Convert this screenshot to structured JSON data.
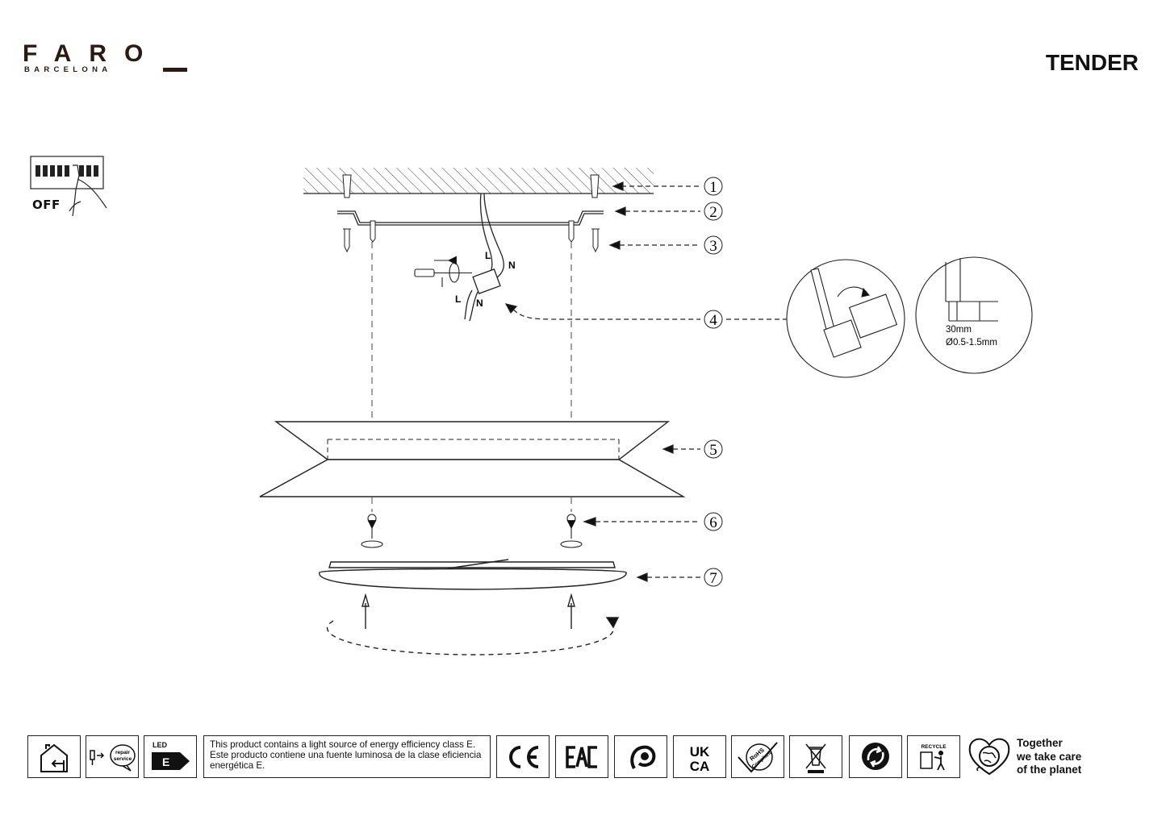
{
  "header": {
    "brand_name": "FARO",
    "brand_sub": "BARCELONA",
    "product": "TENDER"
  },
  "switch": {
    "label": "OFF"
  },
  "callouts": [
    "1",
    "2",
    "3",
    "4",
    "5",
    "6",
    "7"
  ],
  "wiring": {
    "live": "L",
    "neutral": "N"
  },
  "cable_spec": {
    "strip_length": "30mm",
    "diameter": "Ø0.5-1.5mm"
  },
  "footer": {
    "repair_label_1": "repair",
    "repair_label_2": "service",
    "led_label": "LED",
    "energy_class": "E",
    "energy_text": [
      "This product contains a light source of energy efficiency class E.",
      "Este producto contiene una fuente luminosa de la clase eficiencia",
      "energética E."
    ],
    "ukca_top": "UK",
    "ukca_bottom": "CA",
    "rohs_1": "RoHS",
    "rohs_2": "Compliant",
    "recycle": "RECYCLE",
    "together": [
      "Together",
      "we take care",
      "of the planet"
    ]
  }
}
